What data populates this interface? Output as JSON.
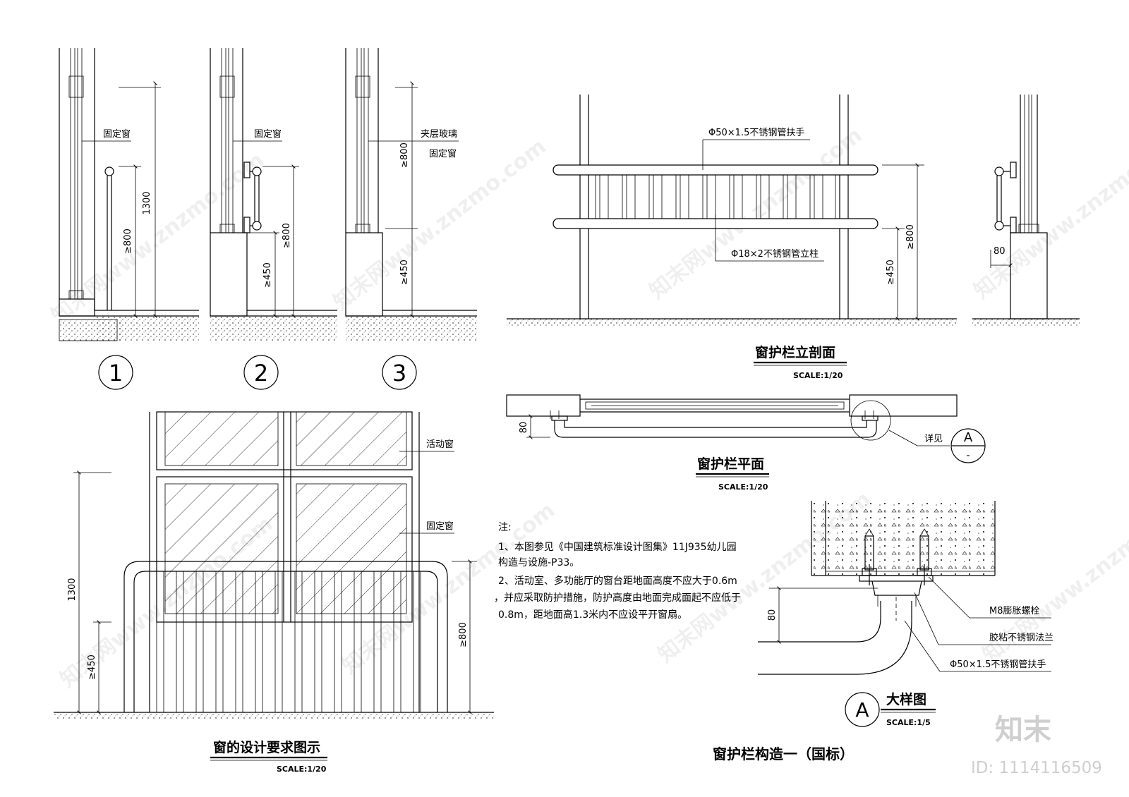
{
  "details": {
    "d1": {
      "number": "1",
      "label_window": "固定窗",
      "dim_total": "1300",
      "dim_rail": "≥800"
    },
    "d2": {
      "number": "2",
      "label_window": "固定窗",
      "dim_sill": "≥450",
      "dim_rail": "≥800"
    },
    "d3": {
      "number": "3",
      "label_glass": "夹层玻璃",
      "label_window": "固定窗",
      "dim_upper": "≥800",
      "dim_sill": "≥450"
    }
  },
  "elevation": {
    "title": "窗护栏立剖面",
    "scale": "SCALE:1/20",
    "handrail_label": "Φ50×1.5不锈钢管扶手",
    "post_label": "Φ18×2不锈钢管立柱",
    "dim_total": "≥800",
    "dim_sill": "≥450",
    "dim_side": "80"
  },
  "plan": {
    "title": "窗护栏平面",
    "scale": "SCALE:1/20",
    "dim_offset": "80",
    "ref_text": "详见",
    "ref_letter": "A",
    "ref_sheet": "-"
  },
  "design": {
    "title": "窗的设计要求图示",
    "scale": "SCALE:1/20",
    "label_operable": "活动窗",
    "label_fixed": "固定窗",
    "dim_total": "1300",
    "dim_sill": "≥450",
    "dim_rail": "≥800"
  },
  "notes": {
    "heading": "注:",
    "lines": [
      "1、本图参见《中国建筑标准设计图集》11J935幼儿园",
      "构造与设施-P33。",
      "2、活动室、多功能厅的窗台距地面高度不应大于0.6m",
      "，并应采取防护措施，防护高度由地面完成面起不应低于",
      "0.8m，距地面高1.3米内不应设平开窗扇。"
    ]
  },
  "detail_a": {
    "bolt_label": "M8膨胀螺栓",
    "flange_label": "胶粘不锈钢法兰",
    "handrail_label": "Φ50×1.5不锈钢管扶手",
    "dim": "80",
    "title": "大样图",
    "letter": "A",
    "scale": "SCALE:1/5"
  },
  "sheet_title": "窗护栏构造一（国标）",
  "branding": {
    "logo": "知末",
    "id": "ID: 1114116509",
    "watermark": "知末网www.znzmo.com"
  }
}
